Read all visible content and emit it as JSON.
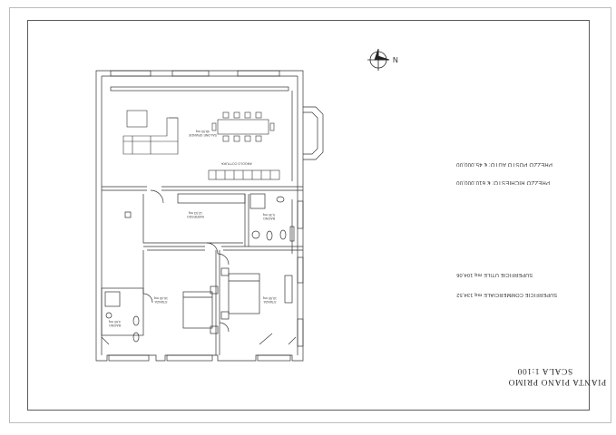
{
  "sheet": {
    "price_auto": "PREZZO POSTO AUTO: € 45.000,00",
    "price_asked": "PREZZO RICHIESTO: € 610.000,00",
    "surface_useful": "SUPERFICIE UTILE  mq 104,06",
    "surface_commercial": "SUPERFICIE COMMERCIALE  mq 134,52",
    "title_line1": "PIANTA PIANO PRIMO",
    "title_line2": "SCALA 1:100",
    "compass_label": "N"
  },
  "rooms": {
    "living": "SALONE GRANDE\n48,55 mq",
    "kitchen": "ANGOLO COTTURA",
    "hall": "INGRESSO\n12,03 mq",
    "bath1": "BAGNO\n5,30 mq",
    "bedroom1": "STANZA\n16,45 mq",
    "bedroom2": "STANZA\n15,90 mq",
    "bath2": "BAGNO\n4,60 mq"
  }
}
